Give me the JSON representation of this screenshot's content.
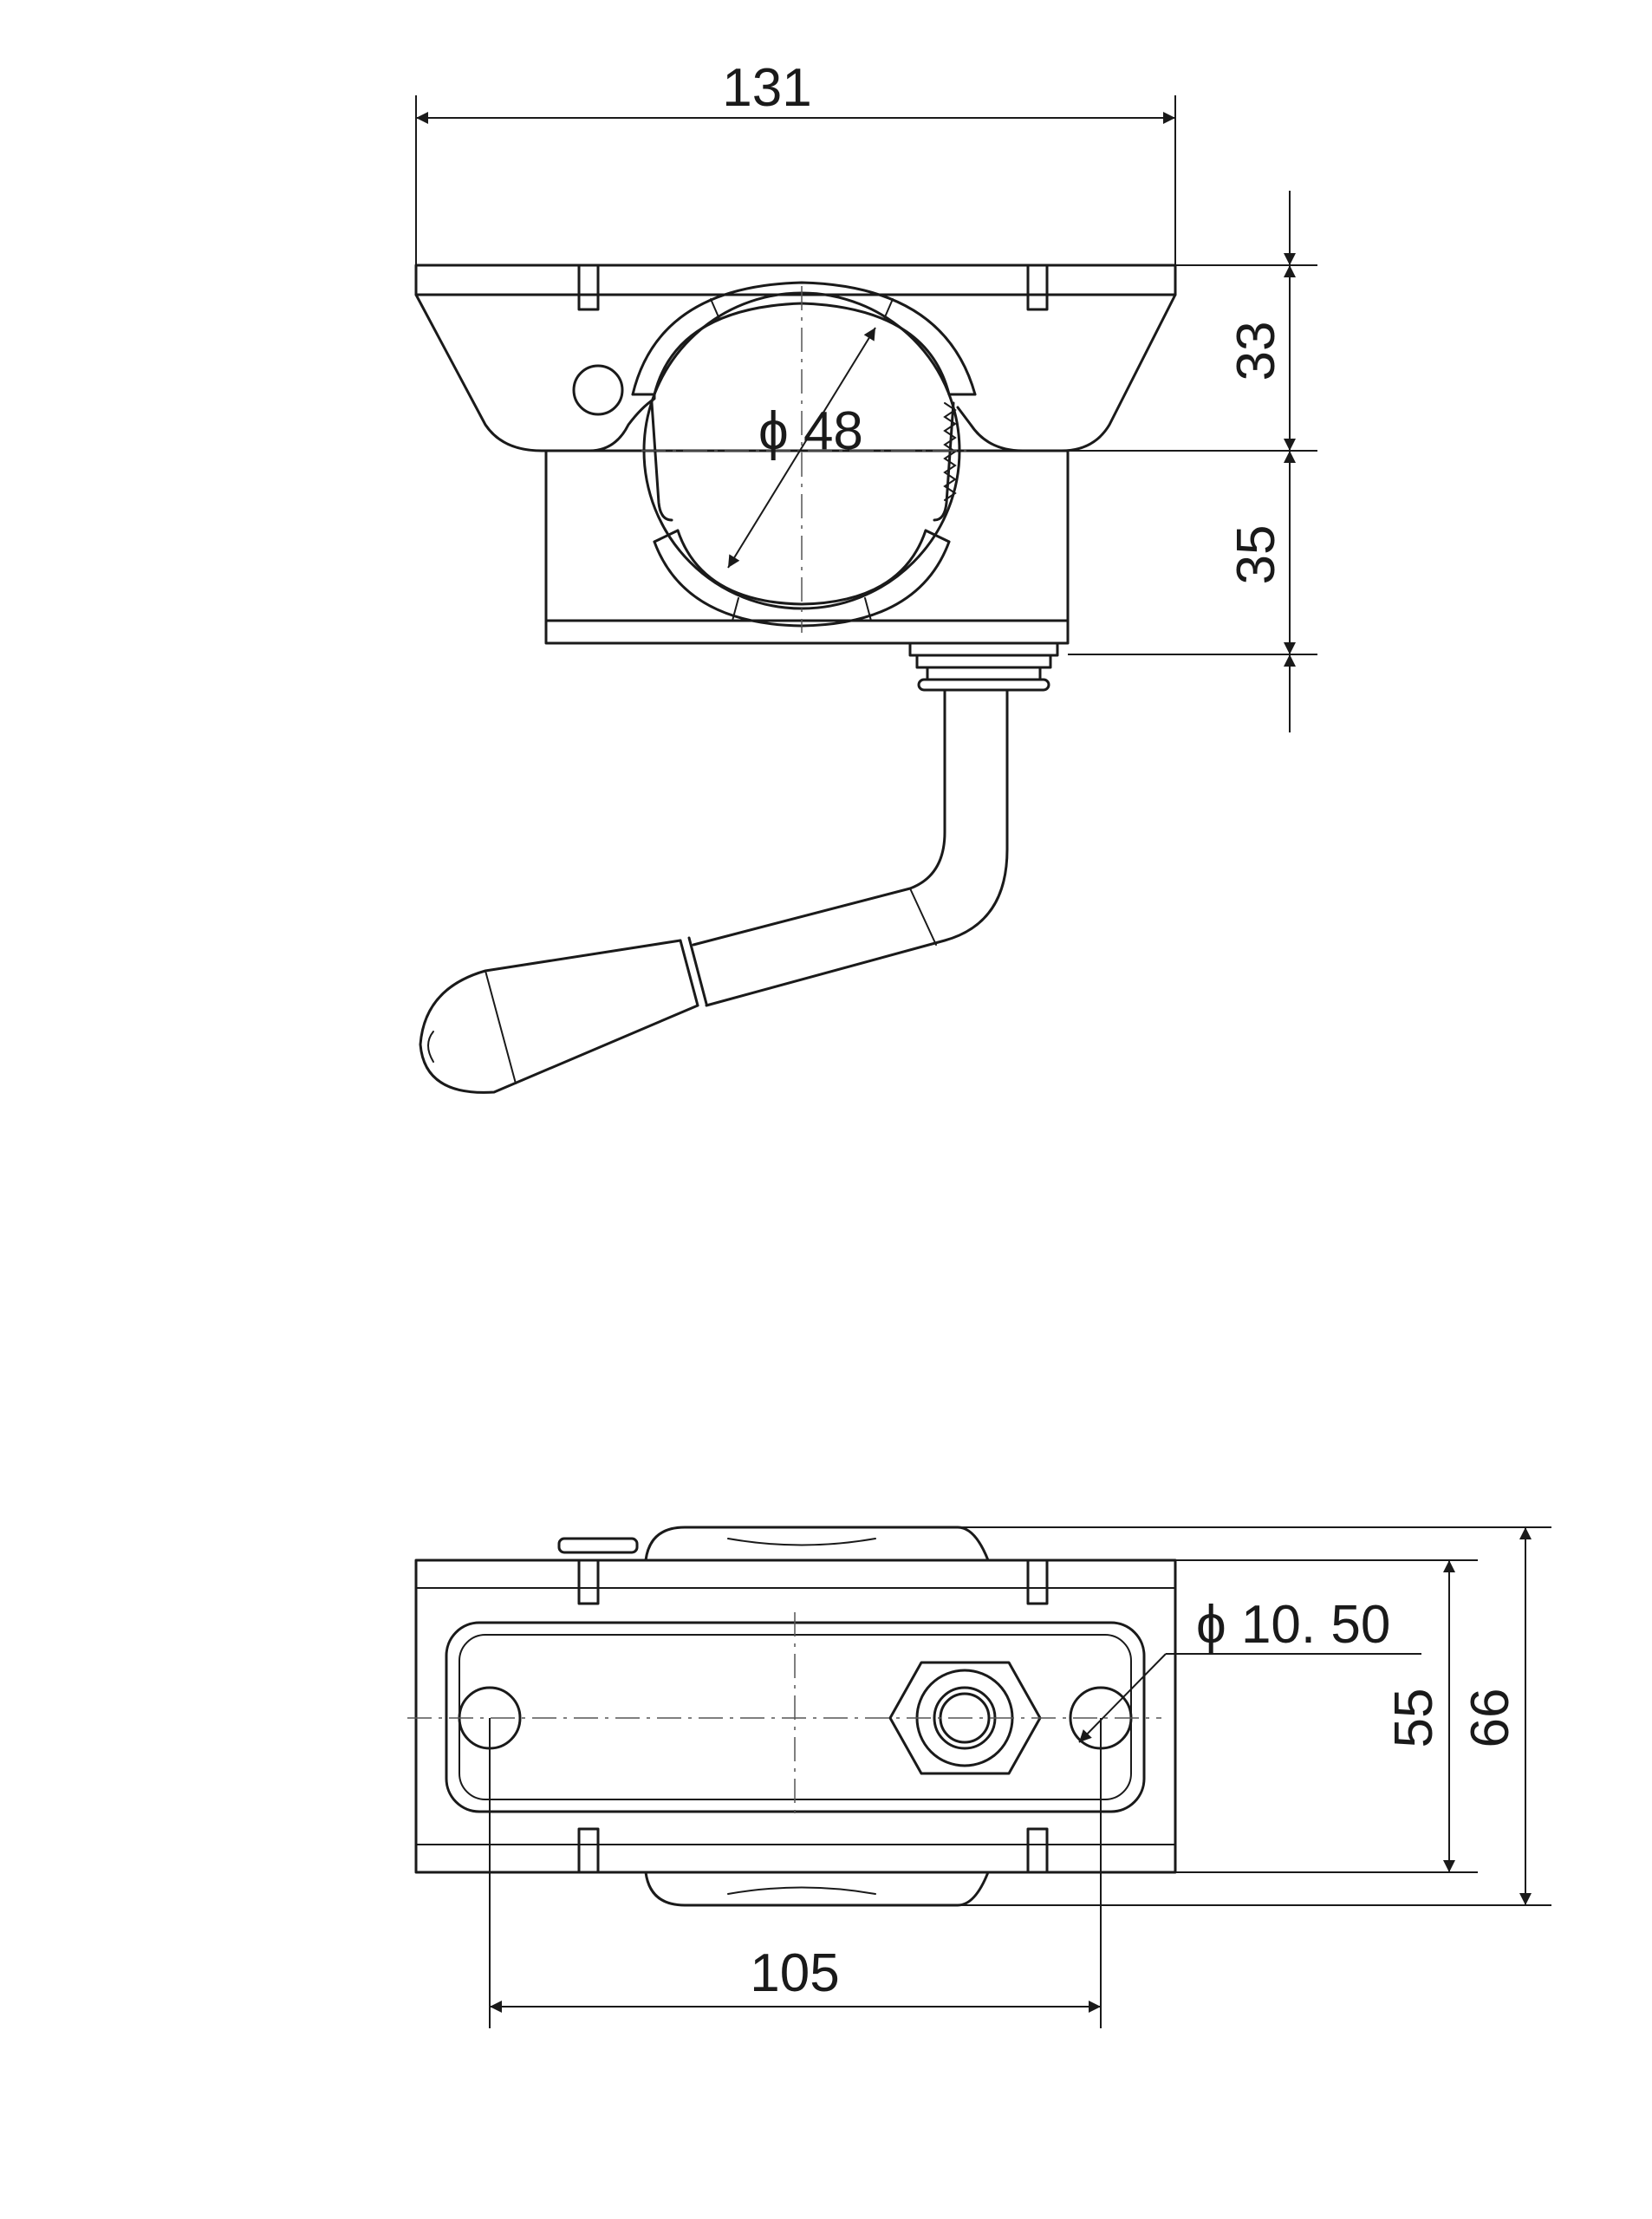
{
  "dimensions": {
    "top_width": "131",
    "top_upper_height": "33",
    "top_lower_height": "35",
    "bore_diameter": "ϕ 48",
    "bottom_hole_diameter": "ϕ 10. 50",
    "bottom_inner_height": "55",
    "bottom_outer_height": "66",
    "bottom_hole_spacing": "105"
  },
  "colors": {
    "line": "#1a1a1a",
    "background": "#ffffff"
  }
}
